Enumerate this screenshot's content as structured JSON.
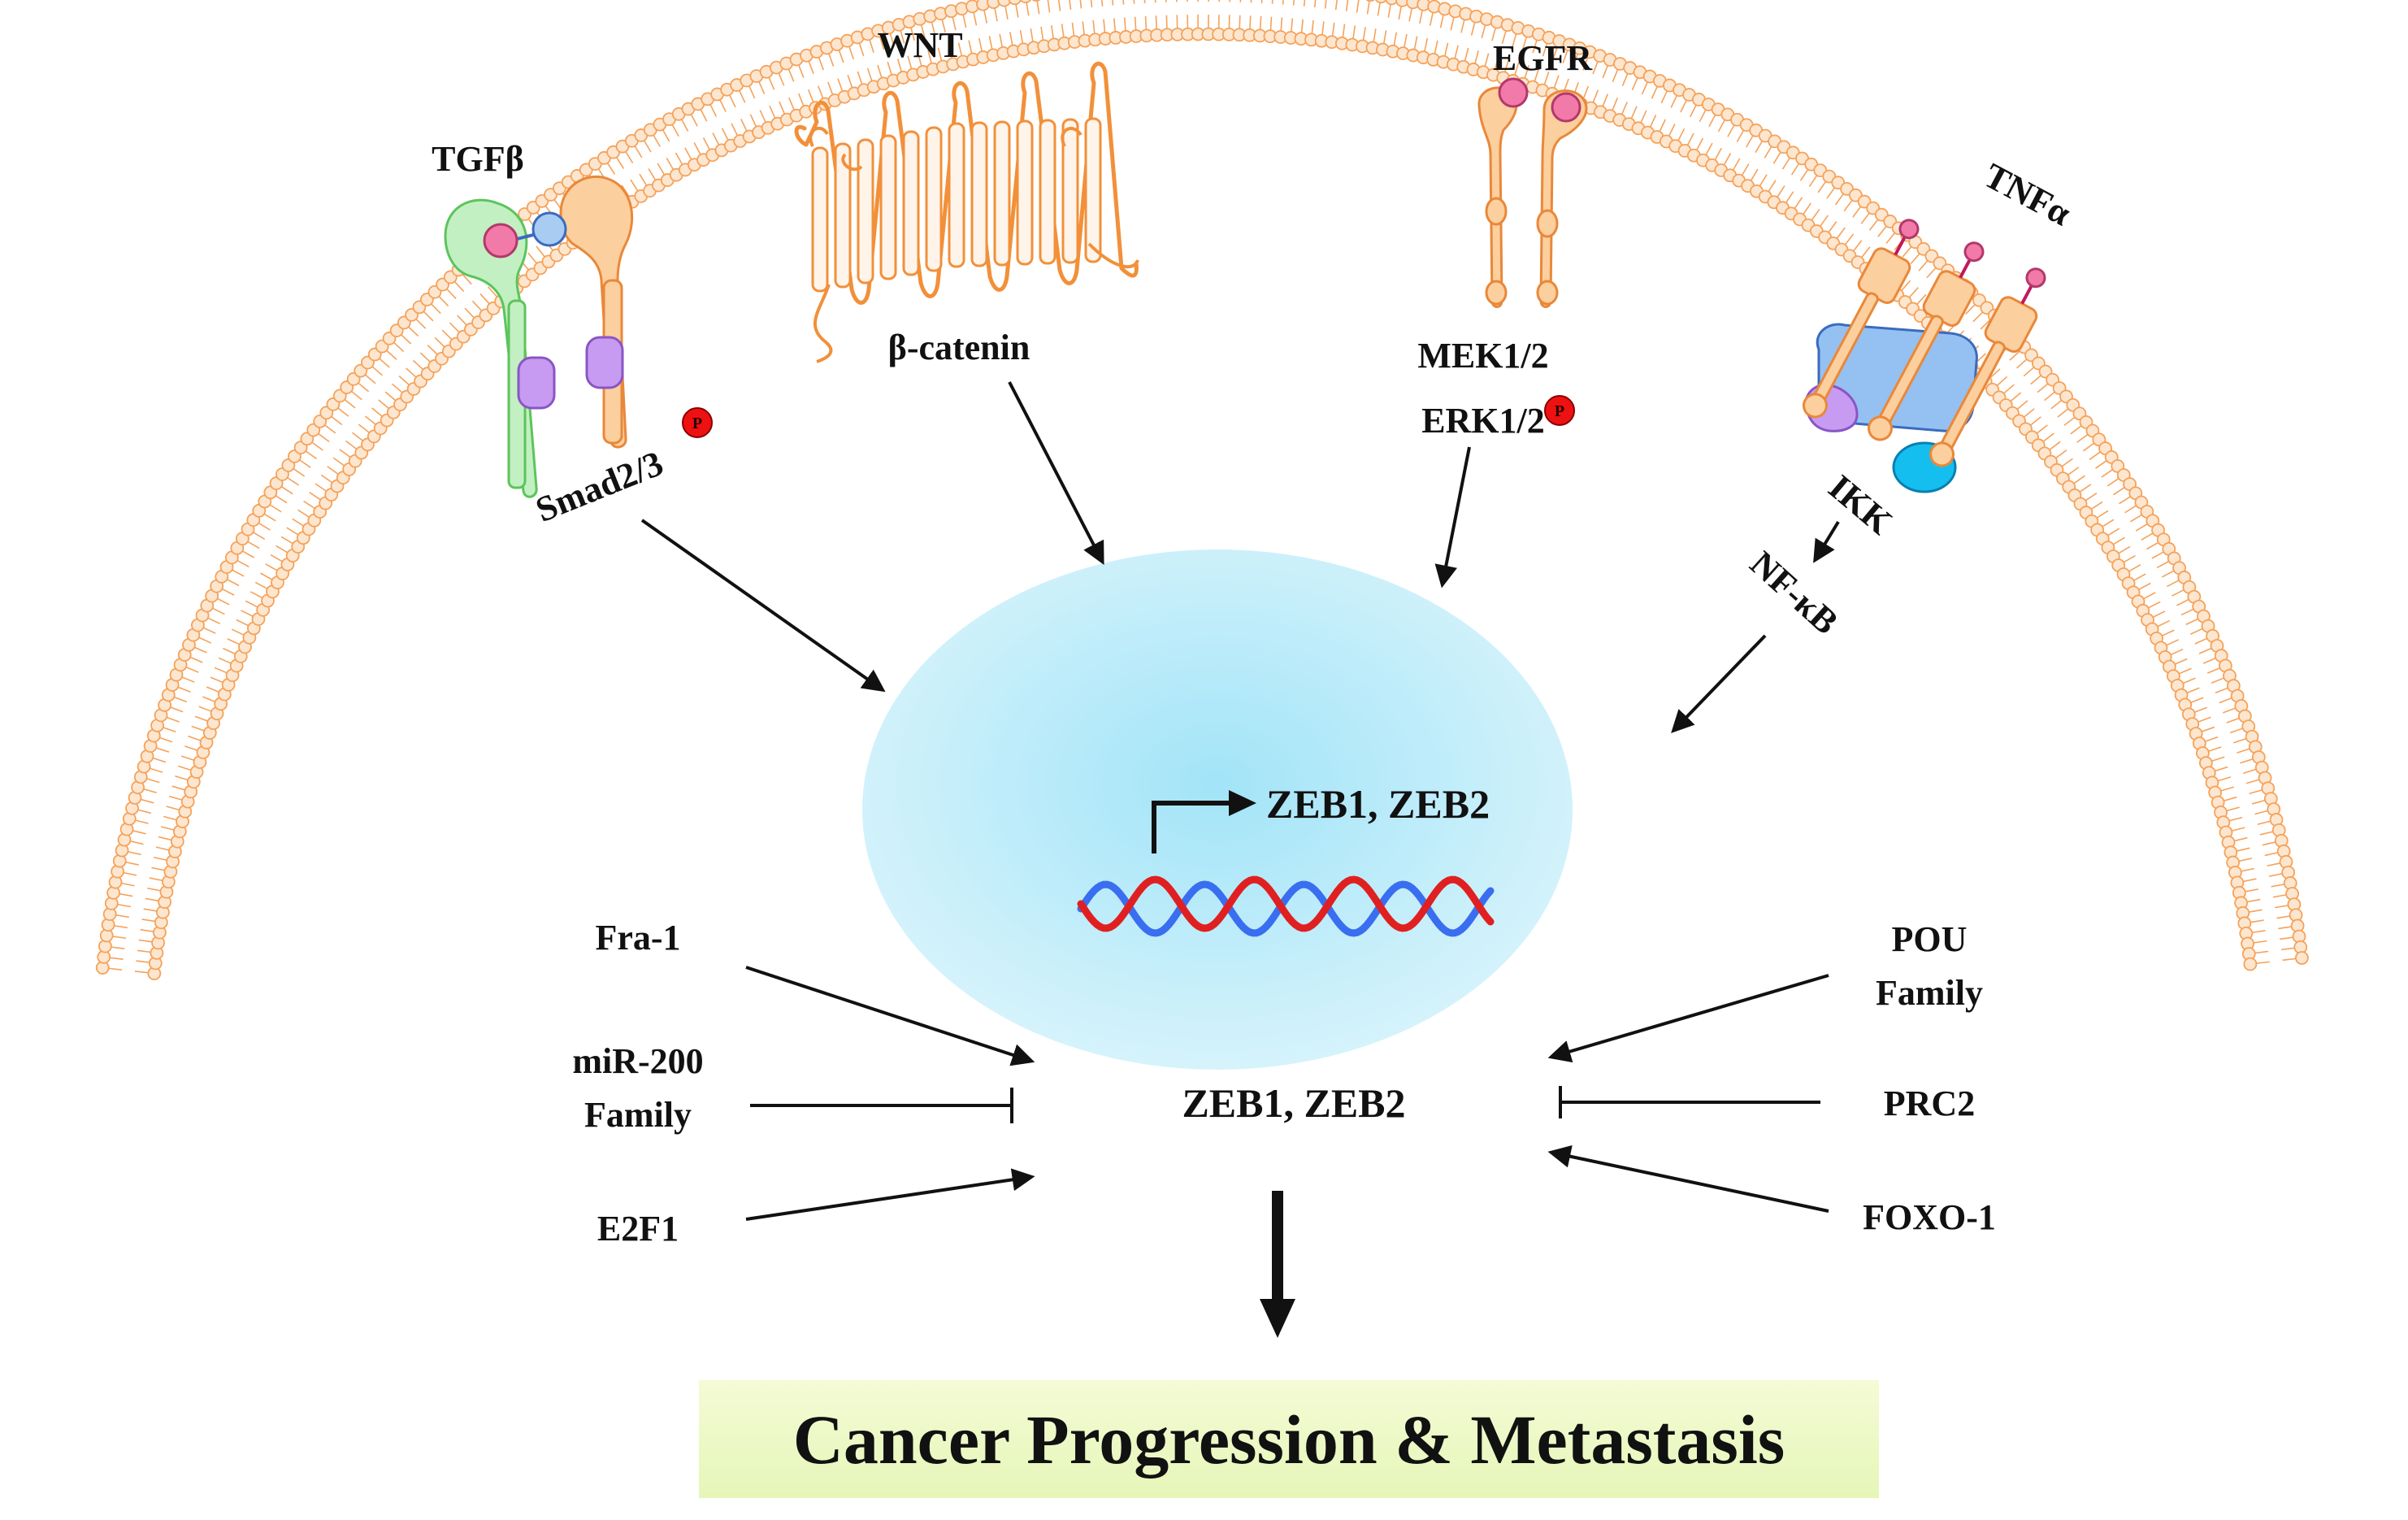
{
  "receptors": {
    "tgfb": "TGFβ",
    "wnt": "WNT",
    "egfr": "EGFR",
    "tnfa": "TNFα"
  },
  "transducers": {
    "smad": "Smad2/3",
    "bcatenin": "β-catenin",
    "mek": "MEK1/2",
    "erk": "ERK1/2",
    "ikk": "IKK",
    "nfkb": "NF-κB"
  },
  "phospho_label": "P",
  "nucleus": {
    "gene_label": "ZEB1, ZEB2"
  },
  "core_label": "ZEB1, ZEB2",
  "regulators_left": {
    "fra1": "Fra-1",
    "mir200_line1": "miR-200",
    "mir200_line2": "Family",
    "e2f1": "E2F1"
  },
  "regulators_right": {
    "pou_line1": "POU",
    "pou_line2": "Family",
    "prc2": "PRC2",
    "foxo1": "FOXO-1"
  },
  "outcome_label": "Cancer Progression & Metastasis",
  "colors": {
    "membrane": "#f5a25a",
    "receptor": "#fbcf9e",
    "receptor_stroke": "#e9883a",
    "green": "#bff0c0",
    "purple": "#c79bf2",
    "pink": "#f27aa9",
    "blue_ligand": "#a9ccf2",
    "ikk_blue": "#95c0f2",
    "cyan": "#14bff0",
    "phospho": "#ee1111",
    "nucleus_center": "#a8e6f8",
    "nucleus_edge": "#d4f2fb",
    "dna_red": "#e02020",
    "dna_blue": "#3a6ef0",
    "outcome_bg": "#eef9c8"
  }
}
